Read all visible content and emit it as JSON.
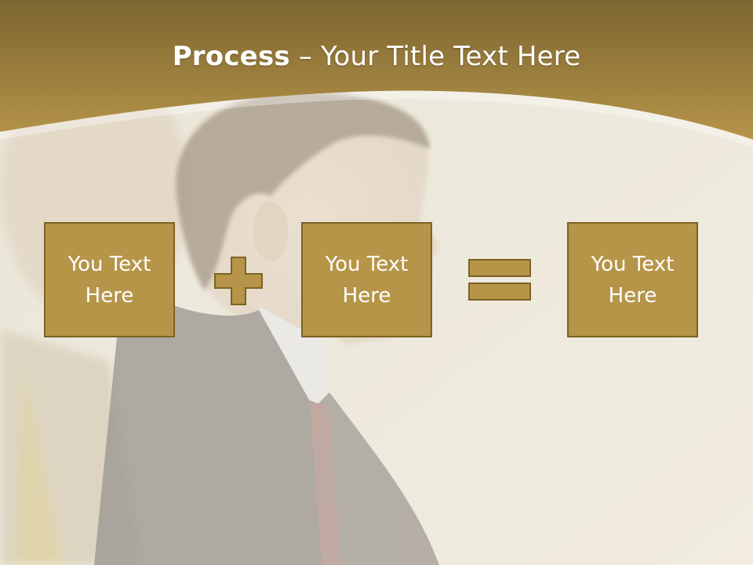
{
  "slide": {
    "title_bold": "Process",
    "title_rest": " – Your Title Text Here",
    "boxes": [
      {
        "text": "You Text\nHere"
      },
      {
        "text": "You Text\nHere"
      },
      {
        "text": "You Text\nHere"
      }
    ],
    "operators": [
      "plus-icon",
      "equals-icon"
    ]
  },
  "colors": {
    "band": "#9c7d3a",
    "box_fill": "#b69549",
    "box_border": "#7d6224"
  }
}
